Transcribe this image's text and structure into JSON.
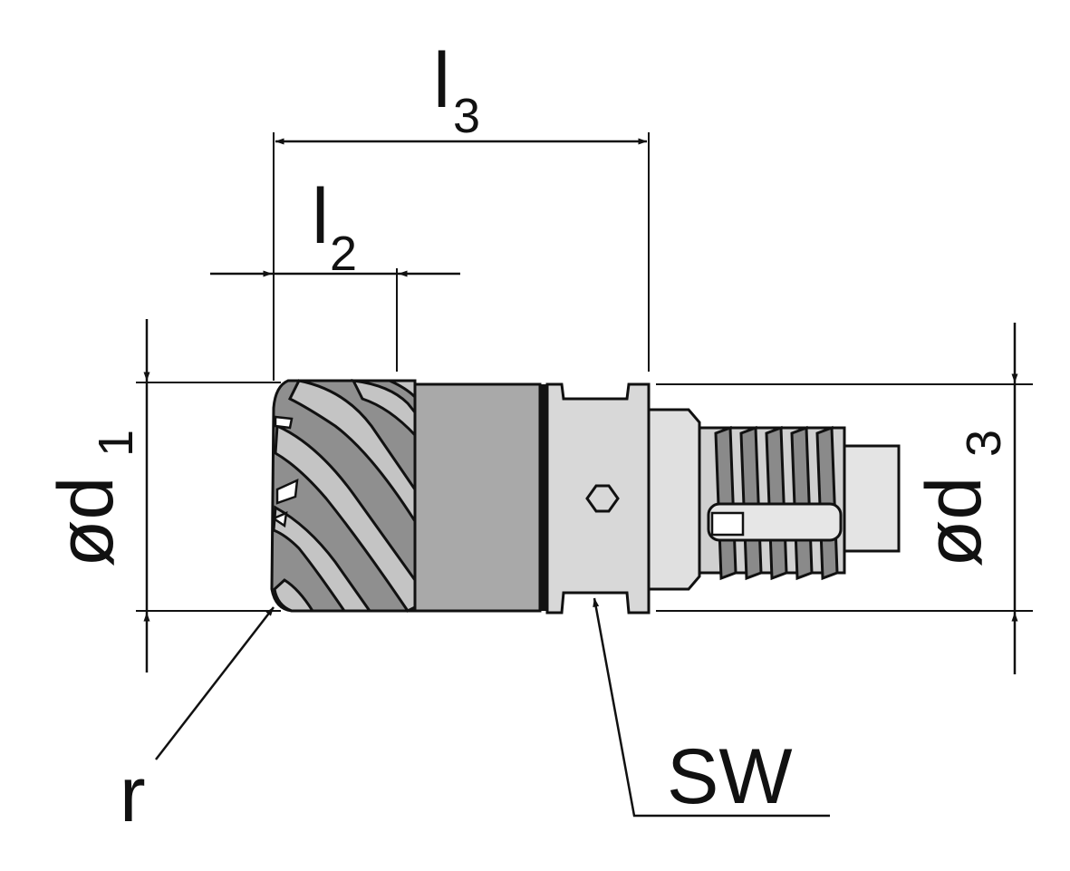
{
  "labels": {
    "l3": {
      "main": "l",
      "sub": "3"
    },
    "l2": {
      "main": "l",
      "sub": "2"
    },
    "d1": {
      "main": "ød",
      "sub": "1"
    },
    "d3": {
      "main": "ød",
      "sub": "3"
    },
    "r": "r",
    "sw": "SW"
  },
  "colors": {
    "line": "#111111",
    "cutter_body": "#9a9a9a",
    "flute_dark": "#6e6e6e",
    "flute_light": "#c9c9c9",
    "neck": "#a9a9a9",
    "collar": "#d6d6d6",
    "thread": "#7d7d7d",
    "pilot": "#e2e2e2"
  },
  "icons": [
    "arrow-head-icon",
    "hex-key-hole-icon"
  ]
}
